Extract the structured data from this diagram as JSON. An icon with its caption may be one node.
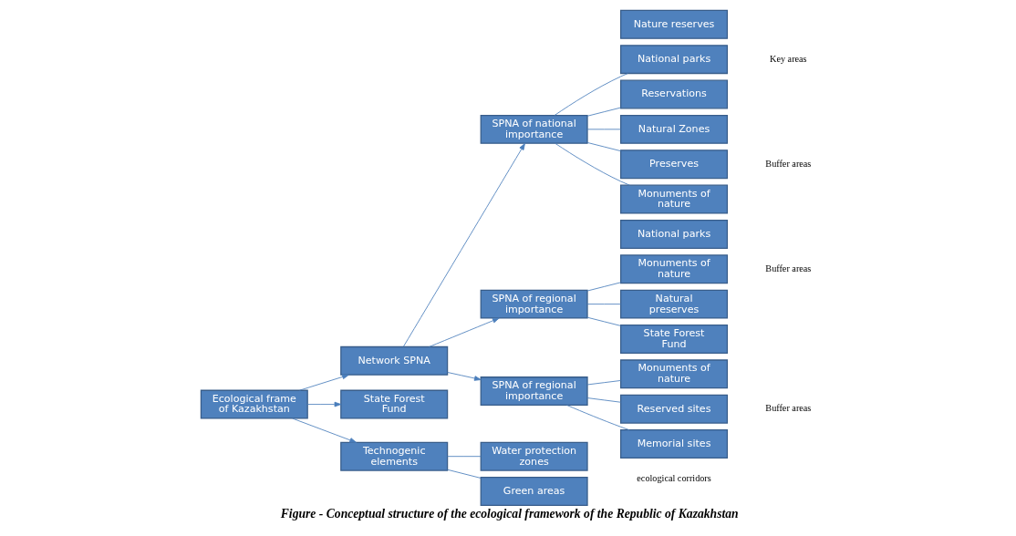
{
  "diagram": {
    "caption": "Figure - Conceptual structure of the ecological framework of the Republic of Kazakhstan",
    "nodes": [
      {
        "text": [
          "Ecological frame of Kazakhstan"
        ]
      },
      {
        "text": [
          "Network SPNA"
        ]
      },
      {
        "text": [
          "SPNA of national importance"
        ]
      },
      {
        "text": [
          "SPNA of regional importance"
        ]
      },
      {
        "text": [
          "State Forest Fund"
        ]
      },
      {
        "text": [
          "SPNA of regional importance"
        ]
      },
      {
        "text": [
          "Technogenic elements"
        ]
      },
      {
        "text": [
          "Nature reserves"
        ]
      },
      {
        "text": [
          "National parks"
        ]
      },
      {
        "text": [
          "Reservations"
        ]
      },
      {
        "text": [
          "Natural Zones"
        ]
      },
      {
        "text": [
          "Preserves"
        ]
      },
      {
        "text": [
          "Monuments of nature"
        ]
      },
      {
        "text": [
          "National parks"
        ]
      },
      {
        "text": [
          "Monuments of nature"
        ]
      },
      {
        "text": [
          "Natural preserves"
        ]
      },
      {
        "text": [
          "State Forest Fund"
        ]
      },
      {
        "text": [
          "Monuments of nature"
        ]
      },
      {
        "text": [
          "Reserved sites"
        ]
      },
      {
        "text": [
          "Memorial sites"
        ]
      },
      {
        "text": [
          "Water protection zones"
        ]
      },
      {
        "text": [
          "Green areas"
        ]
      }
    ],
    "edges": [
      {
        "from": 0,
        "to": 1,
        "arrow": "to"
      },
      {
        "from": 0,
        "to": 4,
        "arrow": "to"
      },
      {
        "from": 0,
        "to": 6,
        "arrow": "to"
      },
      {
        "from": 1,
        "to": 2,
        "arrow": "to"
      },
      {
        "from": 1,
        "to": 3,
        "arrow": "to"
      },
      {
        "from": 1,
        "to": 5,
        "arrow": "to"
      },
      {
        "from": 2,
        "to": 8,
        "arrow": "none"
      },
      {
        "from": 2,
        "to": 9,
        "arrow": "none"
      },
      {
        "from": 2,
        "to": 10,
        "arrow": "none"
      },
      {
        "from": 2,
        "to": 11,
        "arrow": "none"
      },
      {
        "from": 2,
        "to": 12,
        "arrow": "none"
      },
      {
        "from": 3,
        "to": 14,
        "arrow": "none"
      },
      {
        "from": 3,
        "to": 15,
        "arrow": "none"
      },
      {
        "from": 3,
        "to": 16,
        "arrow": "none"
      },
      {
        "from": 5,
        "to": 17,
        "arrow": "none"
      },
      {
        "from": 5,
        "to": 18,
        "arrow": "none"
      },
      {
        "from": 5,
        "to": 19,
        "arrow": "none"
      },
      {
        "from": 6,
        "to": 20,
        "arrow": "none"
      },
      {
        "from": 6,
        "to": 21,
        "arrow": "none"
      }
    ],
    "labels": [
      "Key areas",
      "Buffer areas",
      "Buffer areas",
      "Buffer areas",
      "ecological corridors"
    ]
  }
}
